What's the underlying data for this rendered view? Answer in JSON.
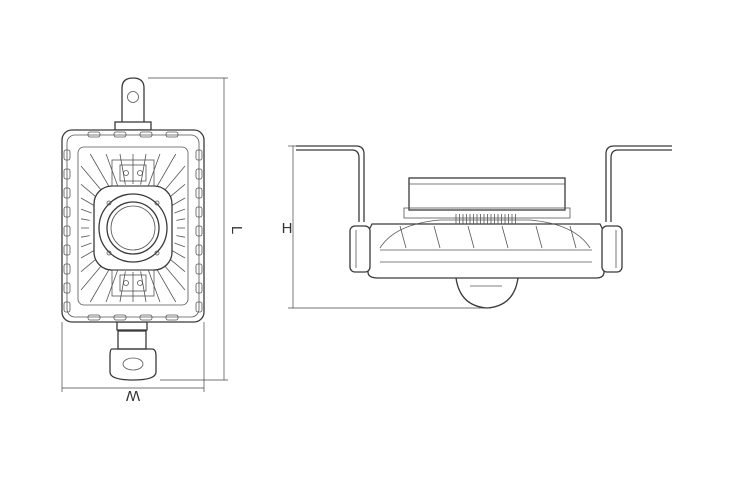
{
  "dimension_labels": {
    "length": "L",
    "width": "W",
    "height": "H"
  },
  "colors": {
    "line": "#3a3a3a",
    "background": "#ffffff"
  }
}
